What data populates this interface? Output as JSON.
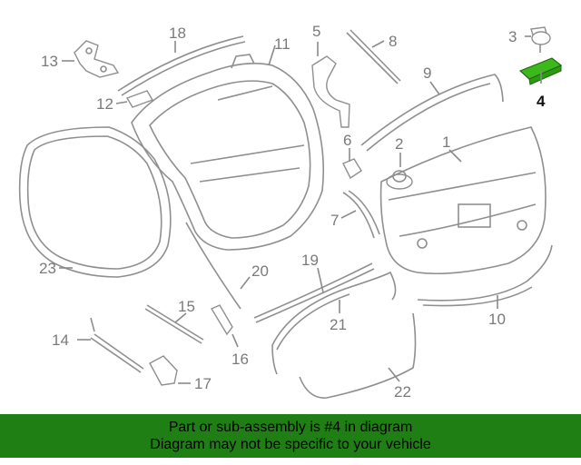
{
  "diagram": {
    "callouts": {
      "c1": "1",
      "c2": "2",
      "c3": "3",
      "c4": "4",
      "c5": "5",
      "c6": "6",
      "c7": "7",
      "c8": "8",
      "c9": "9",
      "c10": "10",
      "c11": "11",
      "c12": "12",
      "c13": "13",
      "c14": "14",
      "c15": "15",
      "c16": "16",
      "c17": "17",
      "c18": "18",
      "c19": "19",
      "c20": "20",
      "c21": "21",
      "c22": "22",
      "c23": "23"
    },
    "highlighted_part": "4",
    "highlight_color": "#3cb81c",
    "part_line_color": "#8f8f8f"
  },
  "banner": {
    "line1": "Part or sub-assembly is #4 in diagram",
    "line2": "Diagram may not be specific to your vehicle",
    "background": "#1f7f14"
  }
}
